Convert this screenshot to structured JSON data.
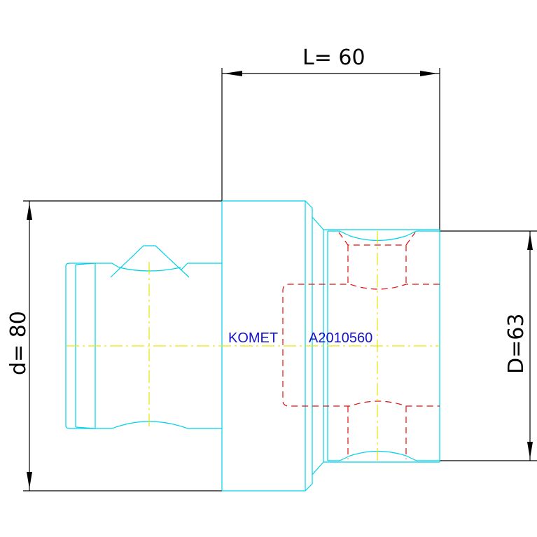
{
  "dimensions": {
    "length": "L= 60",
    "outer_diameter": "d= 80",
    "inner_diameter": "D=63"
  },
  "labels": {
    "brand": "KOMET",
    "part_number": "A2010560"
  },
  "colors": {
    "outline": "#00d2e6",
    "hidden": "#e01010",
    "centerline": "#e6e600",
    "label": "#1414c8",
    "dimension": "#000000"
  }
}
